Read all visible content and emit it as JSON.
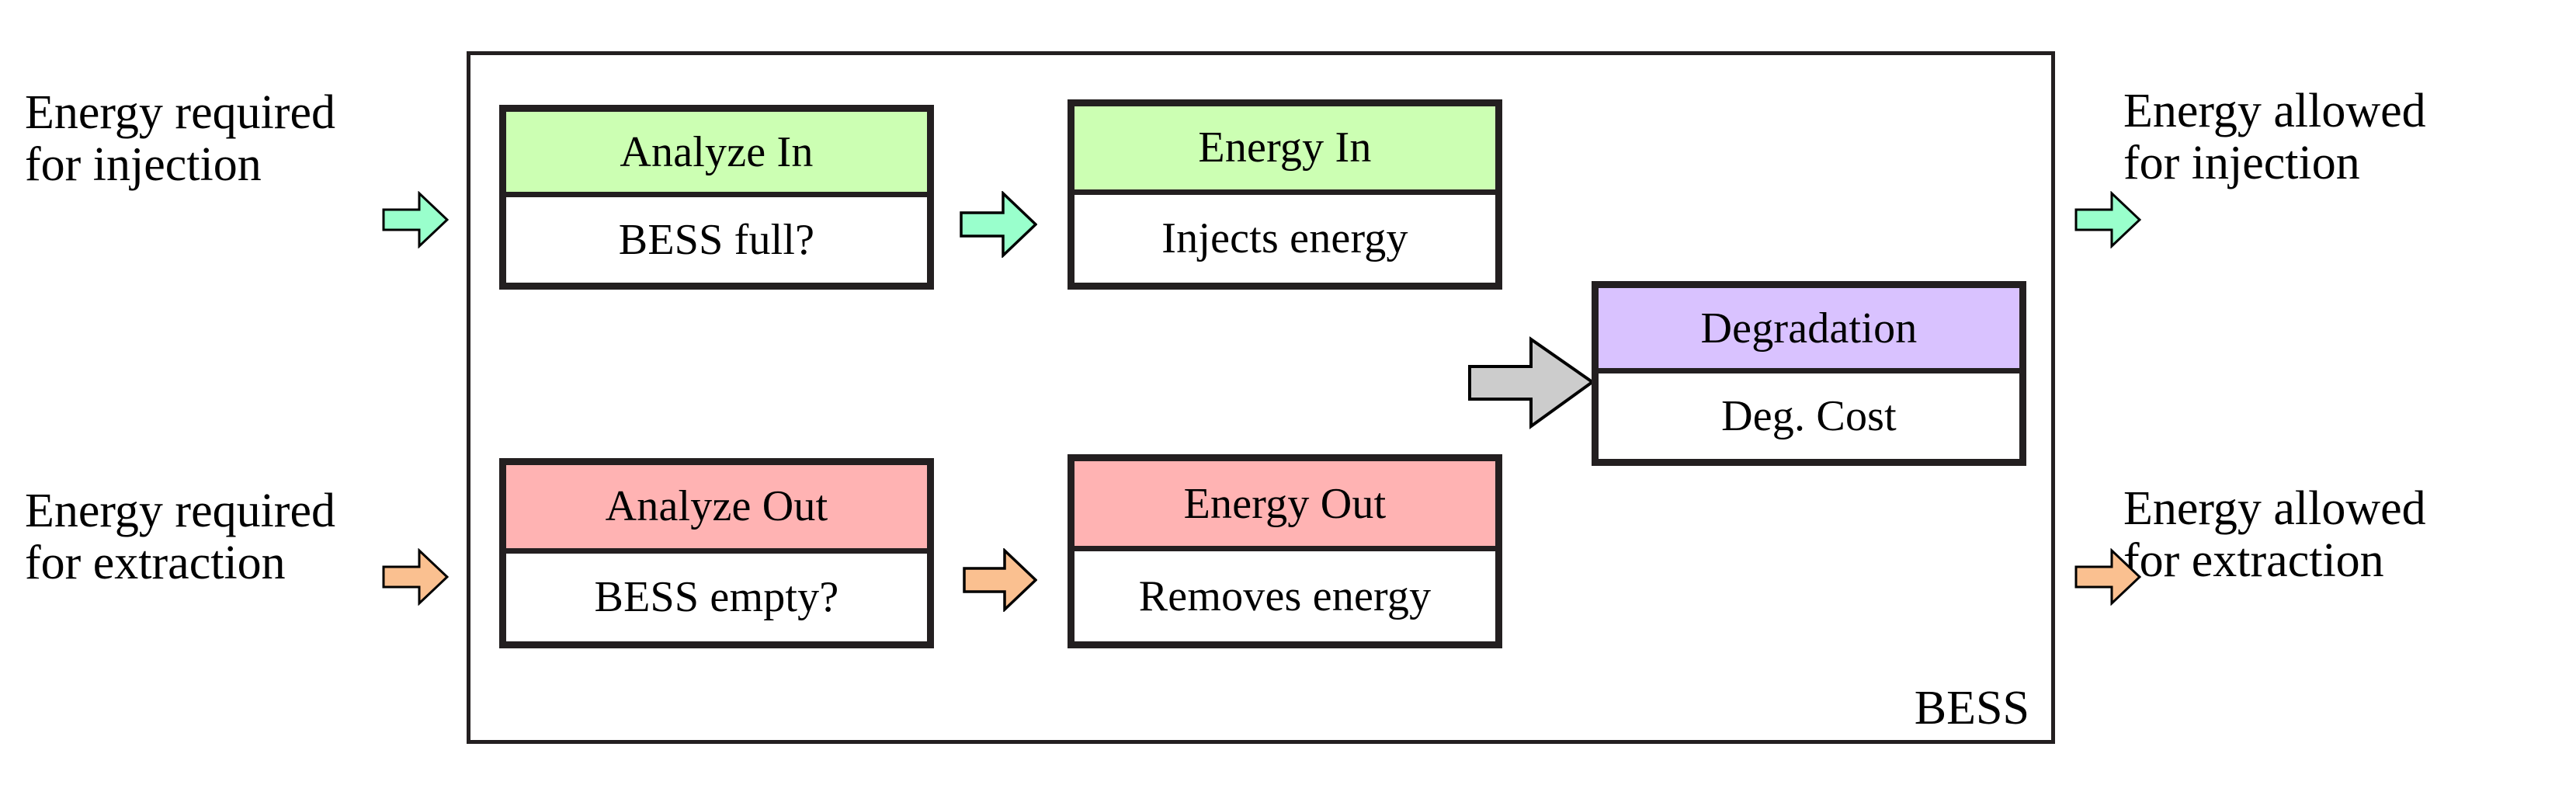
{
  "diagram": {
    "title": "BESS energy flow block diagram",
    "container_label": "BESS"
  },
  "colors": {
    "header_green": "#CCFFB3",
    "header_pink": "#FFB3B3",
    "header_purple": "#D9C2FF",
    "arrow_green": "#99FFCC",
    "arrow_orange": "#FAC090",
    "arrow_gray": "#CCCCCC",
    "border": "#231F20",
    "background": "#FFFFFF"
  },
  "captions": {
    "left_injection": {
      "line1": "Energy required",
      "line2": "for injection"
    },
    "left_extraction": {
      "line1": "Energy required",
      "line2": "for extraction"
    },
    "right_injection": {
      "line1": "Energy allowed",
      "line2": "for injection"
    },
    "right_extraction": {
      "line1": "Energy allowed",
      "line2": "for extraction"
    }
  },
  "nodes": [
    {
      "id": "analyze-in",
      "header": "Analyze In",
      "body": "BESS full?",
      "header_fill": "#CCFFB3"
    },
    {
      "id": "energy-in",
      "header": "Energy In",
      "body": "Injects energy",
      "header_fill": "#CCFFB3"
    },
    {
      "id": "degradation",
      "header": "Degradation",
      "body": "Deg. Cost",
      "header_fill": "#D9C2FF"
    },
    {
      "id": "analyze-out",
      "header": "Analyze Out",
      "body": "BESS empty?",
      "header_fill": "#FFB3B3"
    },
    {
      "id": "energy-out",
      "header": "Energy Out",
      "body": "Removes energy",
      "header_fill": "#FFB3B3"
    }
  ],
  "arrows": [
    {
      "id": "arrow-input-injection",
      "color": "#99FFCC",
      "direction": "right"
    },
    {
      "id": "arrow-analyze-in-to-energy-in",
      "color": "#99FFCC",
      "direction": "right"
    },
    {
      "id": "arrow-output-injection",
      "color": "#99FFCC",
      "direction": "right"
    },
    {
      "id": "arrow-input-extraction",
      "color": "#FAC090",
      "direction": "right"
    },
    {
      "id": "arrow-analyze-out-to-energy-out",
      "color": "#FAC090",
      "direction": "right"
    },
    {
      "id": "arrow-output-extraction",
      "color": "#FAC090",
      "direction": "right"
    },
    {
      "id": "arrow-energy-to-degradation",
      "color": "#CCCCCC",
      "direction": "right"
    }
  ]
}
